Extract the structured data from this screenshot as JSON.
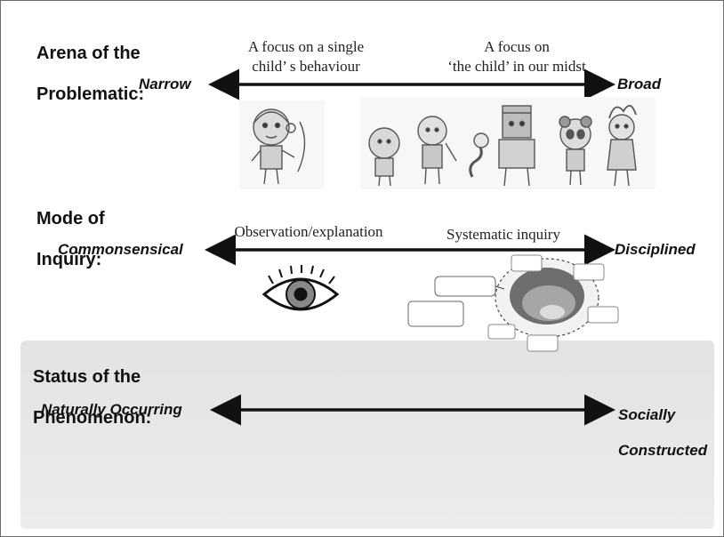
{
  "dimensions": [
    {
      "title_line1": "Arena of the",
      "title_line2": "Problematic:",
      "left_pole": "Narrow",
      "right_pole": "Broad",
      "left_note_line1": "A focus on a single",
      "left_note_line2": "child’ s behaviour",
      "right_note_line1": "A focus on",
      "right_note_line2": "‘the child’  in our midst"
    },
    {
      "title_line1": "Mode of",
      "title_line2": "Inquiry:",
      "left_pole": "Commonsensical",
      "right_pole": "Disciplined",
      "left_note": "Observation/explanation",
      "right_note": "Systematic inquiry"
    },
    {
      "title_line1": "Status of the",
      "title_line2": "Phenomenon:",
      "left_pole": "Naturally Occurring",
      "right_pole_line1": "Socially",
      "right_pole_line2": "Constructed"
    }
  ],
  "icons": [
    "child-sketch-icon",
    "children-group-sketch-icon",
    "eye-icon",
    "inquiry-cycle-diagram-icon"
  ],
  "colors": {
    "text": "#111111",
    "panel": "#e6e6e6",
    "border": "#6b6b6b"
  }
}
